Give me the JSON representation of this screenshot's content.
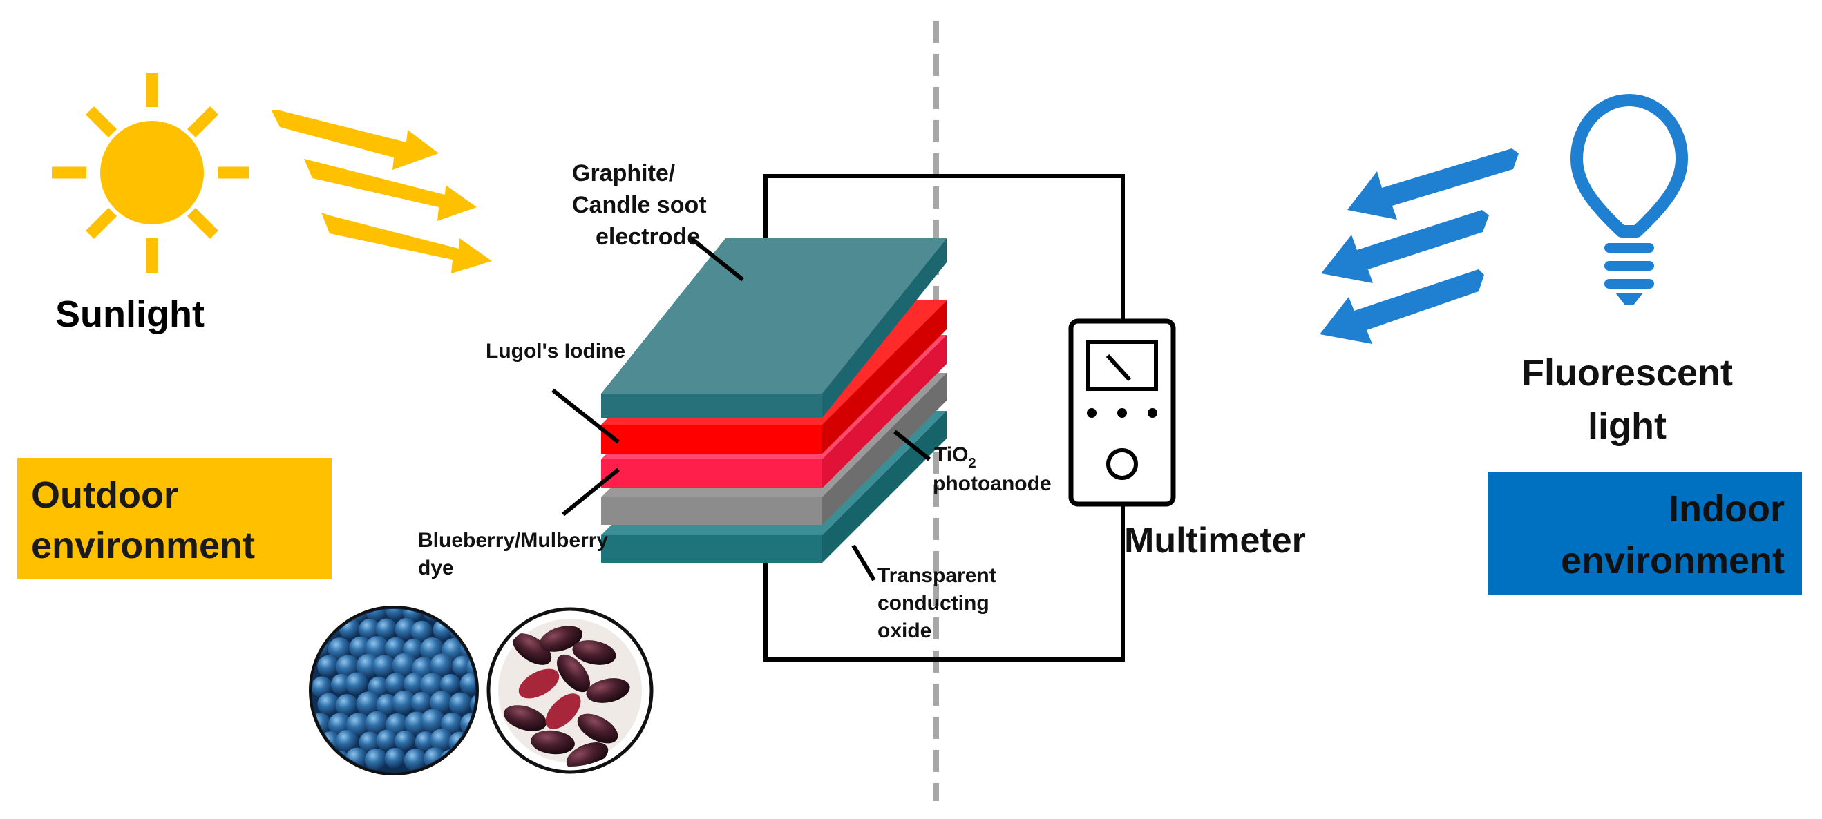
{
  "labels": {
    "sunlight": "Sunlight",
    "outdoor_line1": "Outdoor",
    "outdoor_line2": "environment",
    "fluorescent_line1": "Fluorescent",
    "fluorescent_line2": "light",
    "indoor_line1": "Indoor",
    "indoor_line2": "environment",
    "multimeter": "Multimeter",
    "graphite_line1": "Graphite/",
    "graphite_line2": "Candle soot",
    "graphite_line3": "electrode",
    "lugol": "Lugol's Iodine",
    "tio2_main": "TiO",
    "tio2_sub": "2",
    "tio2_line2": "photoanode",
    "dye_line1": "Blueberry/Mulberry",
    "dye_line2": "dye",
    "tco_line1": "Transparent",
    "tco_line2": "conducting",
    "tco_line3": "oxide"
  },
  "colors": {
    "sun": "#FFC000",
    "outdoor_box": "#FFC000",
    "indoor_box": "#0070C0",
    "light_blue": "#1F7FD0",
    "electrode_top": "#4E8B93",
    "electrode_side": "#1C6670",
    "iodine": "#FF0000",
    "dye": "#FF1F4A",
    "tio2": "#8C8C8C",
    "tco": "#2A7F86",
    "blueberry": "#2F6FA8",
    "mulberry": "#4A1F2E",
    "wire": "#000000",
    "divider": "#A6A6A6"
  },
  "icons": [
    "sun-icon",
    "lightbulb-icon",
    "multimeter-icon",
    "blueberry-photo",
    "mulberry-photo"
  ]
}
